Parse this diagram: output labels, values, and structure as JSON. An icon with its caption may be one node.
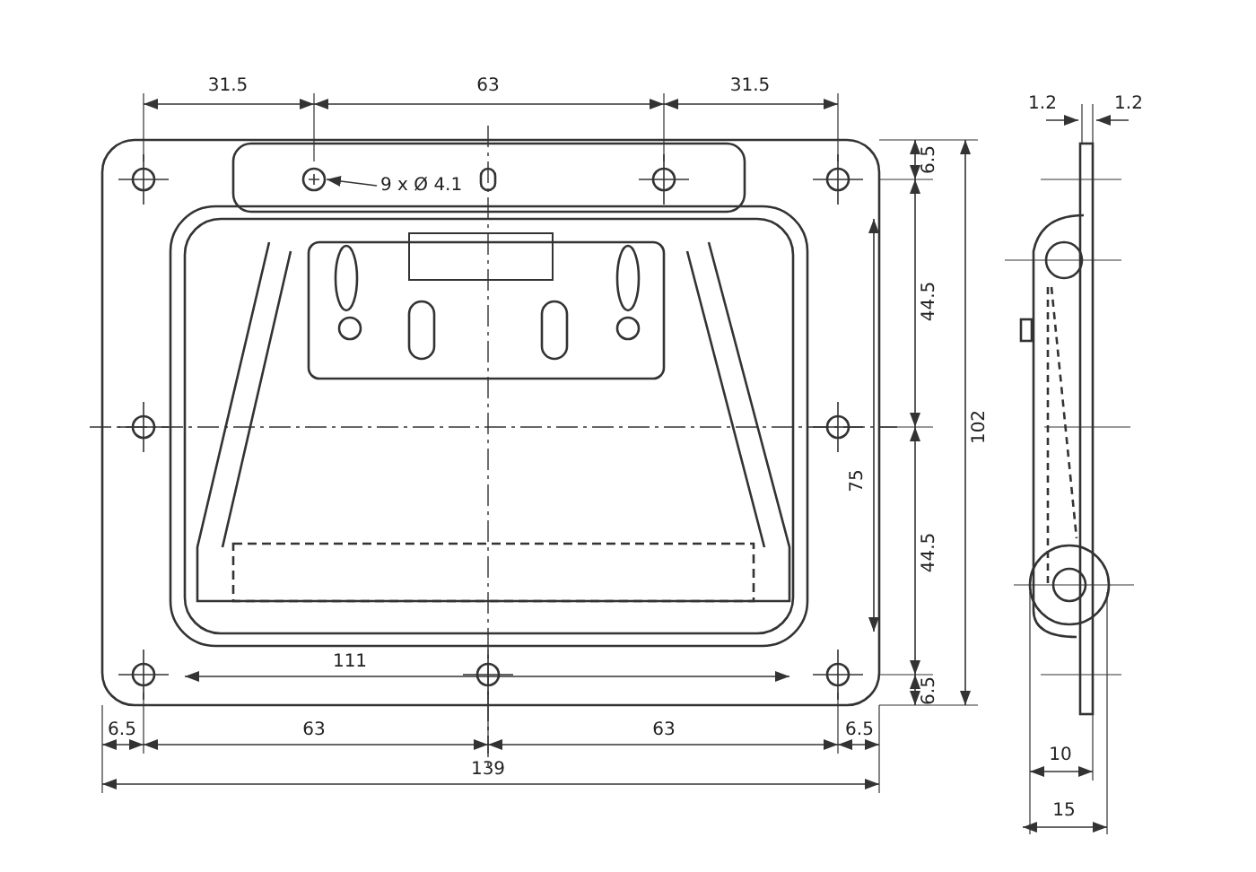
{
  "diagram": {
    "nodes": [
      {
        "text": [
          "9 x Ø 4.1"
        ]
      },
      {
        "text": [],
        "shape": "circle"
      }
    ],
    "edges": [
      {
        "from": 0,
        "to": 1,
        "arrow": "to"
      }
    ],
    "labels": [
      "31.5",
      "63",
      "31.5",
      "1.2",
      "1.2",
      "6.5",
      "44.5",
      "102",
      "75",
      "44.5",
      "6.5",
      "111",
      "6.5",
      "63",
      "63",
      "6.5",
      "10",
      "139",
      "15"
    ]
  }
}
